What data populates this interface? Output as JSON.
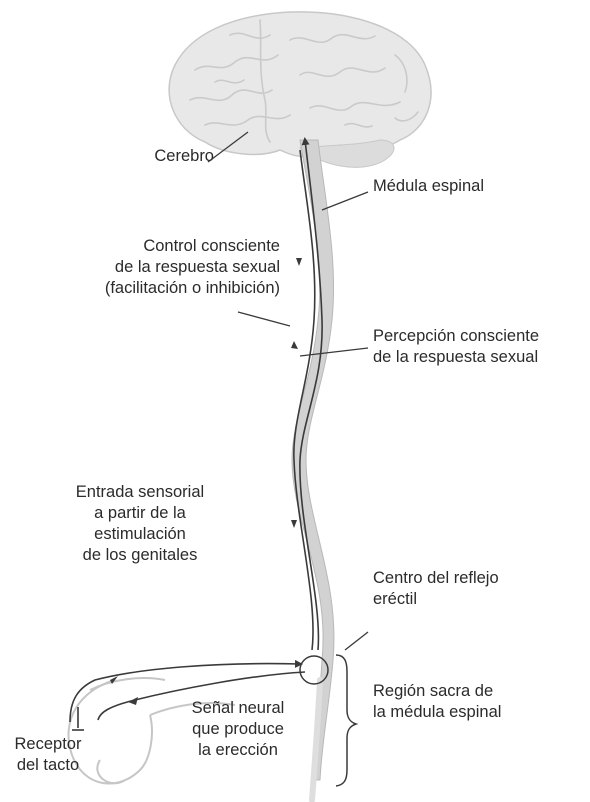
{
  "labels": {
    "cerebro": "Cerebro",
    "medula_espinal": "Médula espinal",
    "control": [
      "Control consciente",
      "de la respuesta sexual",
      "(facilitación o inhibición)"
    ],
    "percepcion": [
      "Percepción consciente",
      "de la respuesta sexual"
    ],
    "entrada": [
      "Entrada sensorial",
      "a partir de la",
      "estimulación",
      "de los genitales"
    ],
    "centro": [
      "Centro del reflejo",
      "eréctil"
    ],
    "region": [
      "Región sacra de",
      "la médula espinal"
    ],
    "senal": [
      "Señal neural",
      "que produce",
      "la erección"
    ],
    "receptor": [
      "Receptor",
      "del tacto"
    ]
  },
  "colors": {
    "brain_fill": "#e6e6e6",
    "brain_stroke": "#c4c4c4",
    "cord_fill": "#cfcfcf",
    "nerve": "#3a3a3a",
    "body_outline": "#bdbdbd"
  }
}
